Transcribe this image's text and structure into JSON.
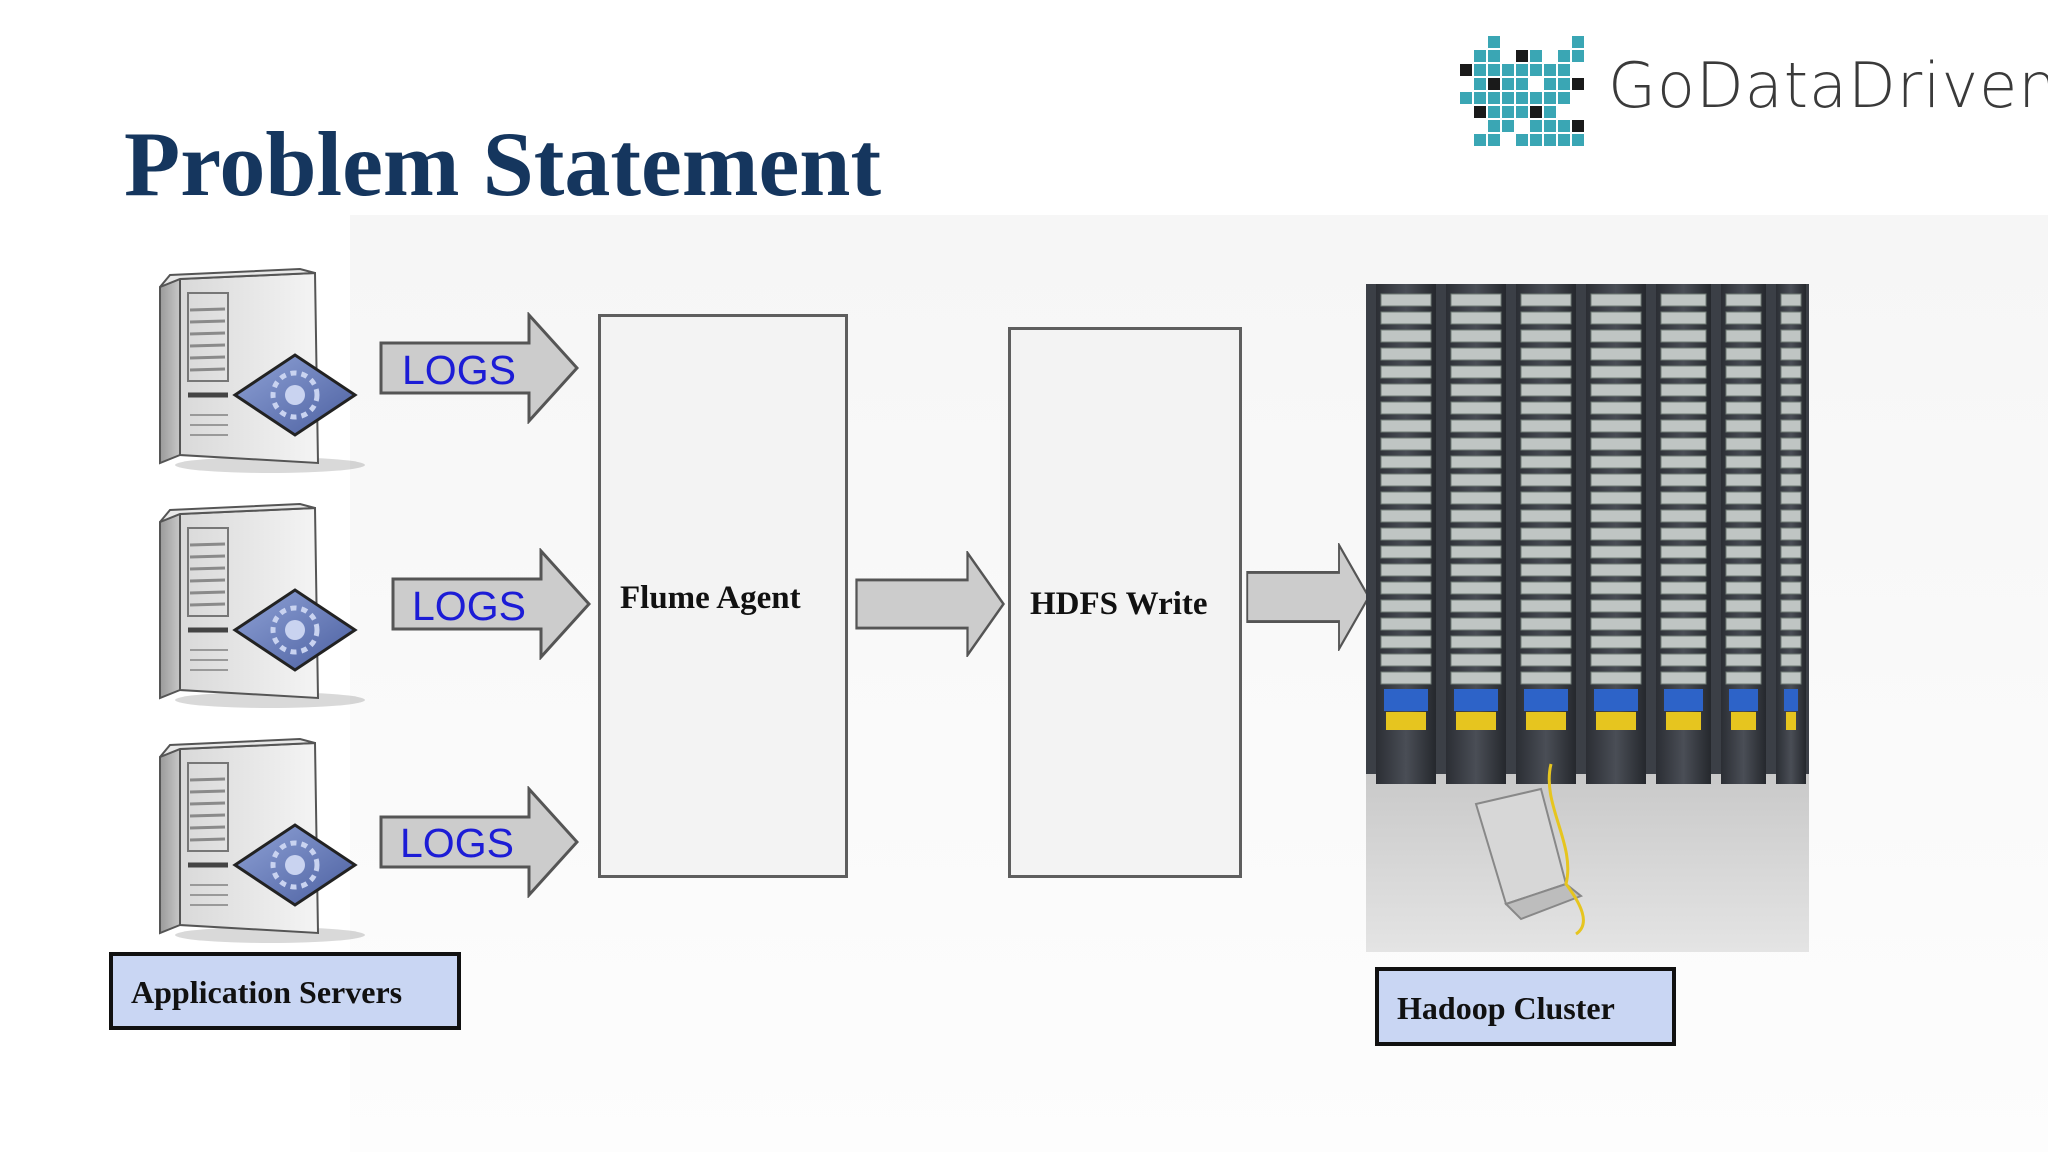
{
  "slide": {
    "title": "Problem Statement"
  },
  "logo": {
    "text": "GoDataDriven",
    "accent_color": "#3aa6b4"
  },
  "diagram": {
    "arrows": [
      {
        "label": "LOGS"
      },
      {
        "label": "LOGS"
      },
      {
        "label": "LOGS"
      }
    ],
    "flume_agent": {
      "label": "Flume Agent"
    },
    "hdfs_write": {
      "label": "HDFS Write"
    },
    "application_servers": {
      "label": "Application Servers"
    },
    "hadoop_cluster": {
      "label": "Hadoop Cluster"
    }
  },
  "colors": {
    "title": "#15365e",
    "logs_text": "#1c1cd6",
    "caption_fill": "#c9d6f3",
    "arrow_fill": "#cccccc",
    "arrow_stroke": "#555555"
  },
  "icons": {
    "server": "server-tower-icon",
    "arrow": "right-arrow-icon",
    "cluster": "server-rack-photo"
  }
}
